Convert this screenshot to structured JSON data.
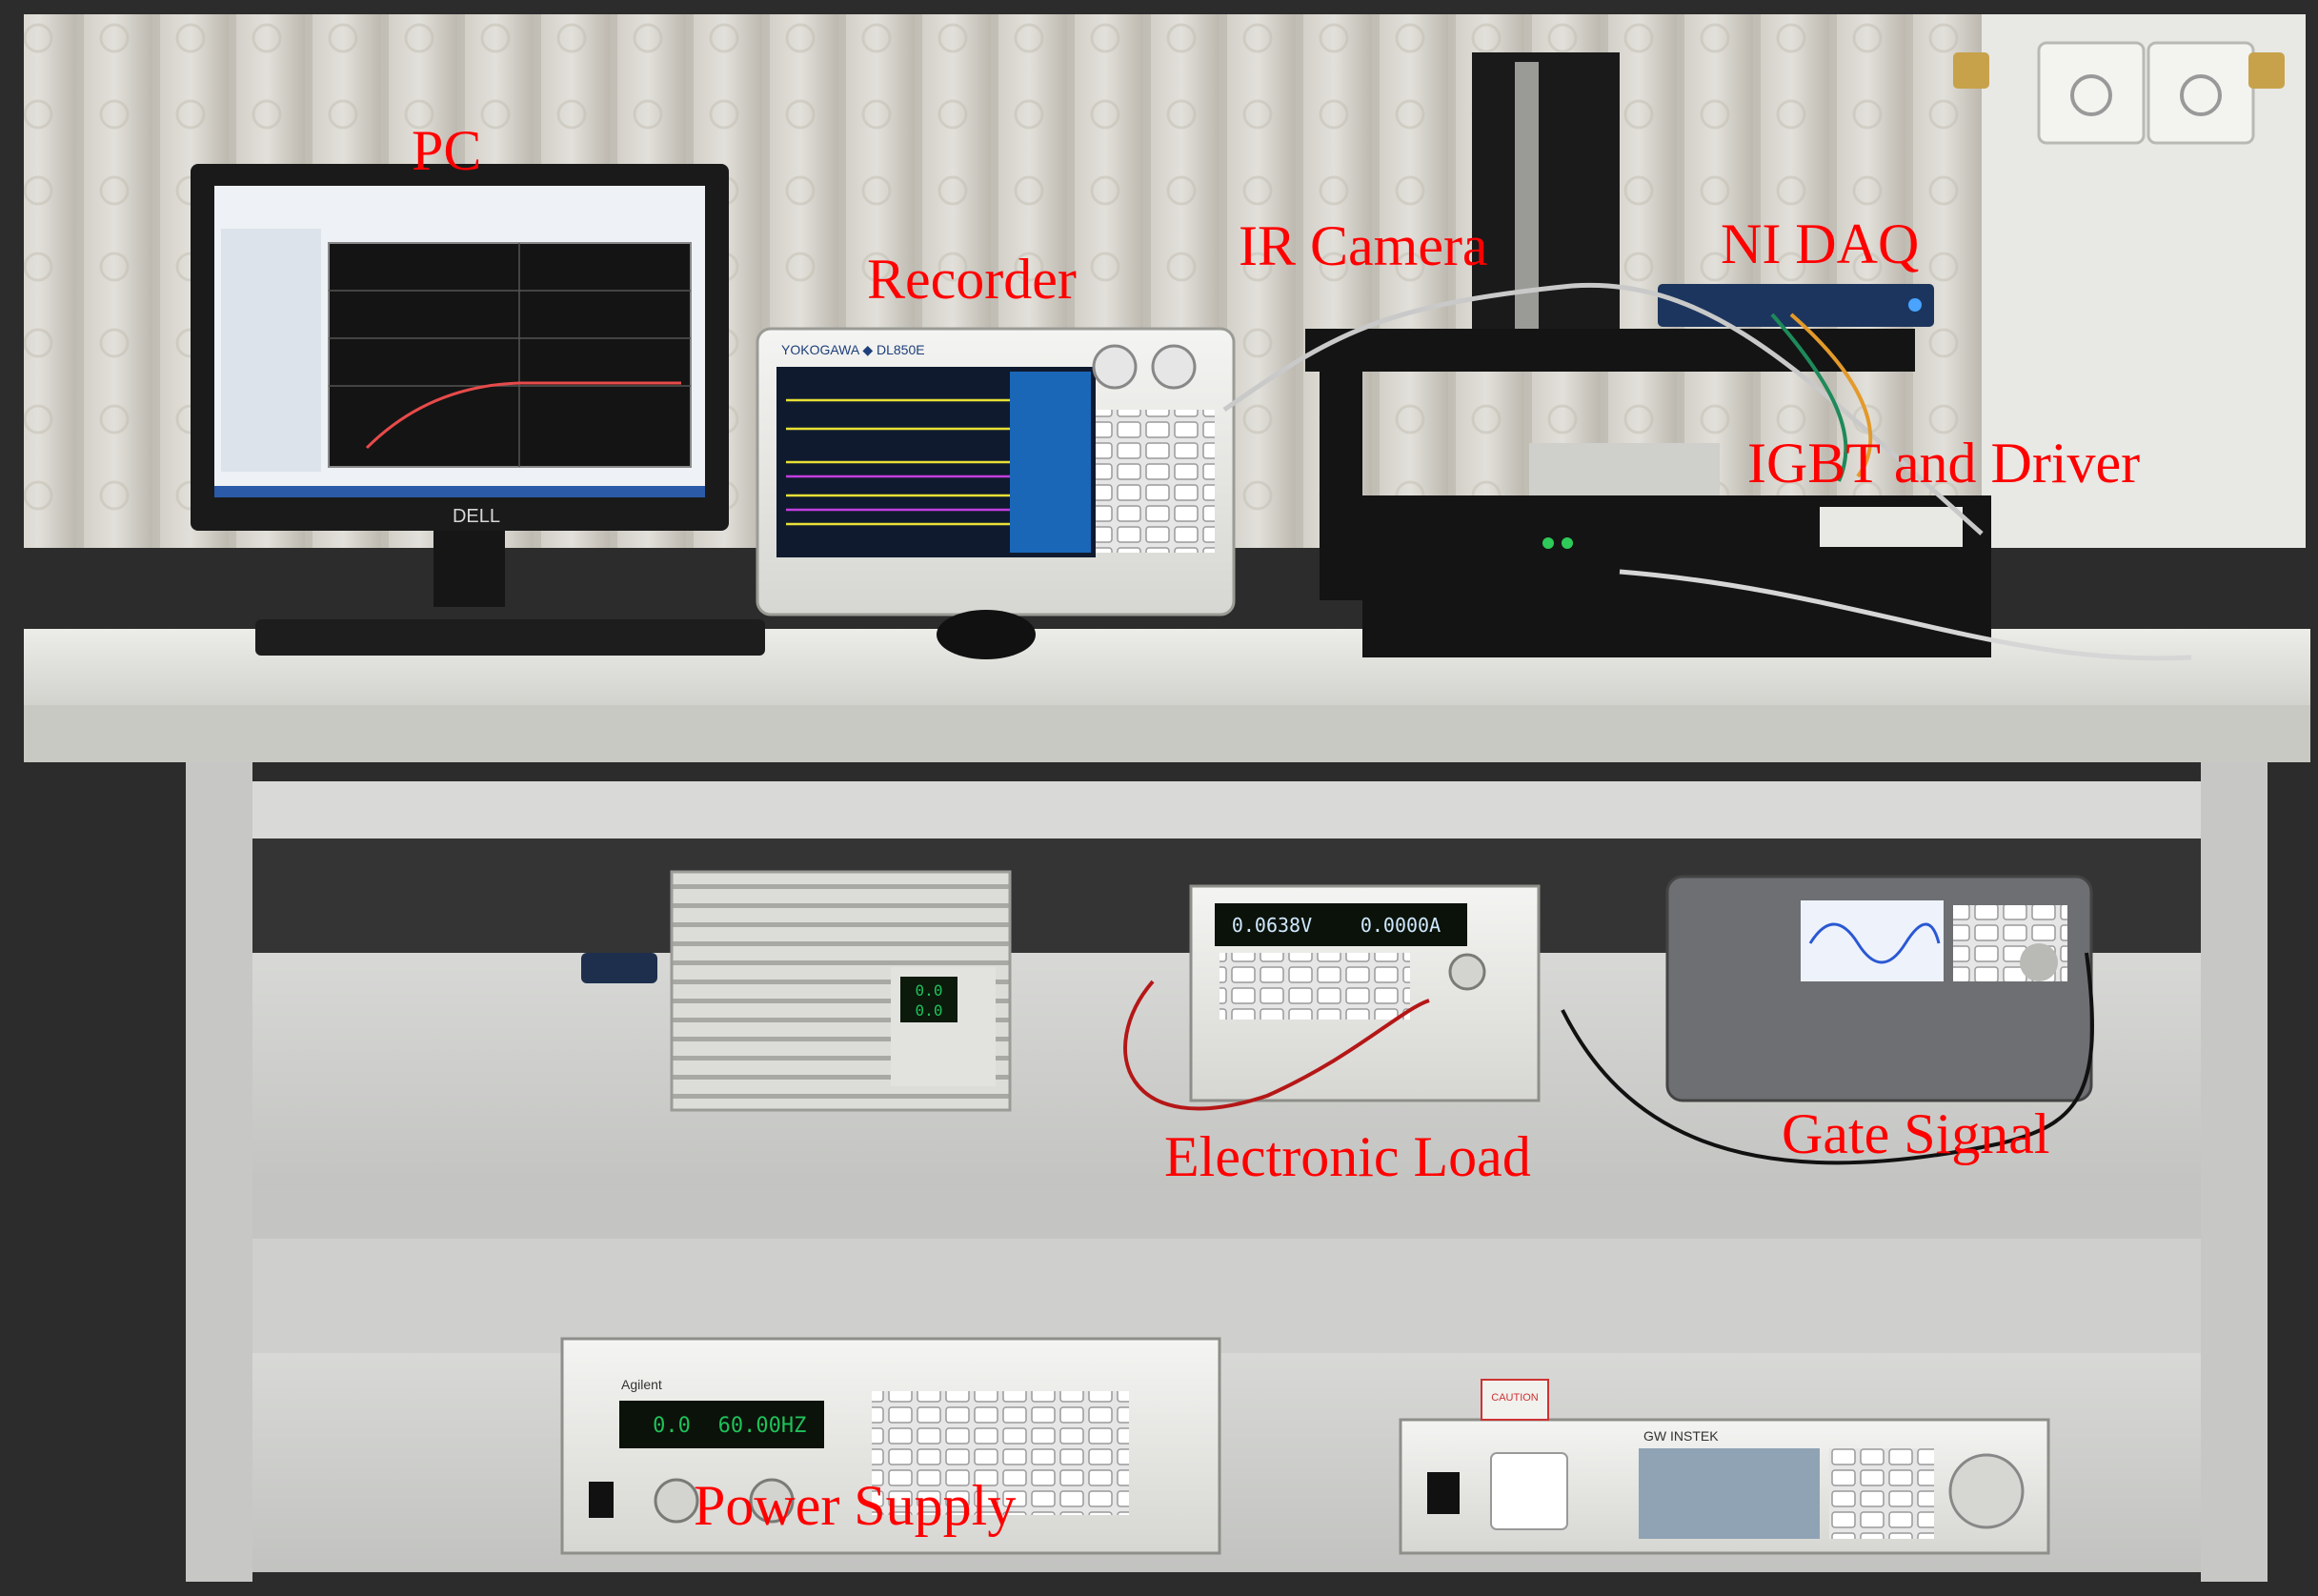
{
  "labels": {
    "pc": "PC",
    "recorder": "Recorder",
    "ir_camera": "IR Camera",
    "ni_daq": "NI DAQ",
    "igbt_driver": "IGBT and Driver",
    "electronic_load": "Electronic Load",
    "gate_signal": "Gate Signal",
    "power_supply": "Power Supply"
  },
  "device_text": {
    "monitor_brand": "DELL",
    "recorder_brand": "YOKOGAWA ◆ DL850E",
    "eload_voltage": "0.0638V",
    "eload_current": "0.0000A",
    "psu_voltage_display": "0.0",
    "psu_current_display": "0.0",
    "ac_source_voltage": "0.0",
    "ac_source_frequency": "60.00HZ",
    "ac_source_brand": "Agilent",
    "gw_instek_brand": "GW INSTEK",
    "caution_label": "CAUTION"
  },
  "colors": {
    "label_text": "#ff0000",
    "page_background": "#ffffff",
    "table_surface": "#dcdcd8",
    "wall": "#3a3a3a",
    "curtain": "#d8d6d0",
    "instrument_black": "#111111",
    "display_green": "#1ec15a"
  }
}
